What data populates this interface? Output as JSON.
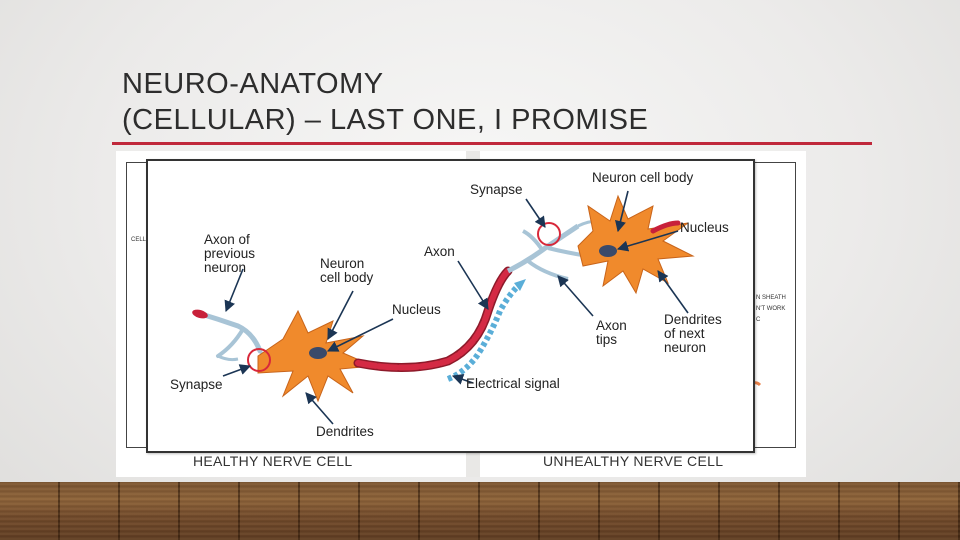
{
  "slide": {
    "title_line1": "NEURO-ANATOMY",
    "title_line2": "(CELLULAR) – LAST ONE, I PROMISE",
    "accent_color": "#c0283b"
  },
  "figure": {
    "caption_left": "HEALTHY NERVE CELL",
    "caption_right": "UNHEALTHY NERVE CELL",
    "peek_left": "CELL",
    "peek_right": [
      "N SHEATH",
      "N'T WORK",
      "C"
    ],
    "labels": {
      "axon_previous": "Axon of\nprevious\nneuron",
      "neuron_cell_body_left": "Neuron\ncell body",
      "nucleus_left": "Nucleus",
      "synapse_left": "Synapse",
      "dendrites": "Dendrites",
      "axon": "Axon",
      "electrical_signal": "Electrical signal",
      "synapse_right": "Synapse",
      "neuron_cell_body_right": "Neuron cell body",
      "nucleus_right": "Nucleus",
      "axon_tips": "Axon\ntips",
      "dendrites_next": "Dendrites\nof next\nneuron"
    },
    "colors": {
      "cell_body": "#f08a2c",
      "nucleus": "#3a4a6a",
      "axon": "#c8203a",
      "dendrite_branches": "#a8c4d6",
      "signal": "#5aaed8",
      "highlight_circle": "#d8283a"
    }
  }
}
